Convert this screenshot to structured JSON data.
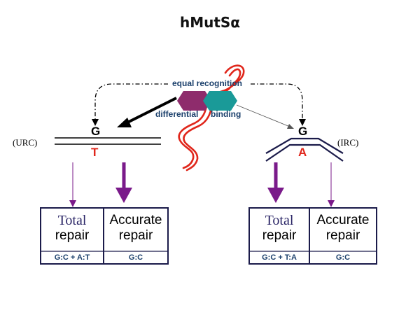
{
  "title": "hMutSα",
  "labels": {
    "equal_recognition": "equal recognition",
    "differential": "differential",
    "binding": "binding"
  },
  "left": {
    "condition": "(URC)",
    "top_base": "G",
    "bottom_base": "T",
    "table": {
      "col1_line1": "Total",
      "col1_line2": "repair",
      "col2_line1": "Accurate",
      "col2_line2": "repair",
      "col1_foot": "G:C + A:T",
      "col2_foot": "G:C"
    }
  },
  "right": {
    "condition": "(IRC)",
    "top_base": "G",
    "bottom_base": "A",
    "table": {
      "col1_line1": "Total",
      "col1_line2": "repair",
      "col2_line1": "Accurate",
      "col2_line2": "repair",
      "col1_foot": "G:C + T:A",
      "col2_foot": "G:C"
    }
  },
  "colors": {
    "protein_purple": "#8e2c6c",
    "protein_teal": "#1a9a98",
    "dna_red": "#e0261b",
    "arrow_purple": "#7a1a8a",
    "table_navy": "#1b1b4a"
  }
}
